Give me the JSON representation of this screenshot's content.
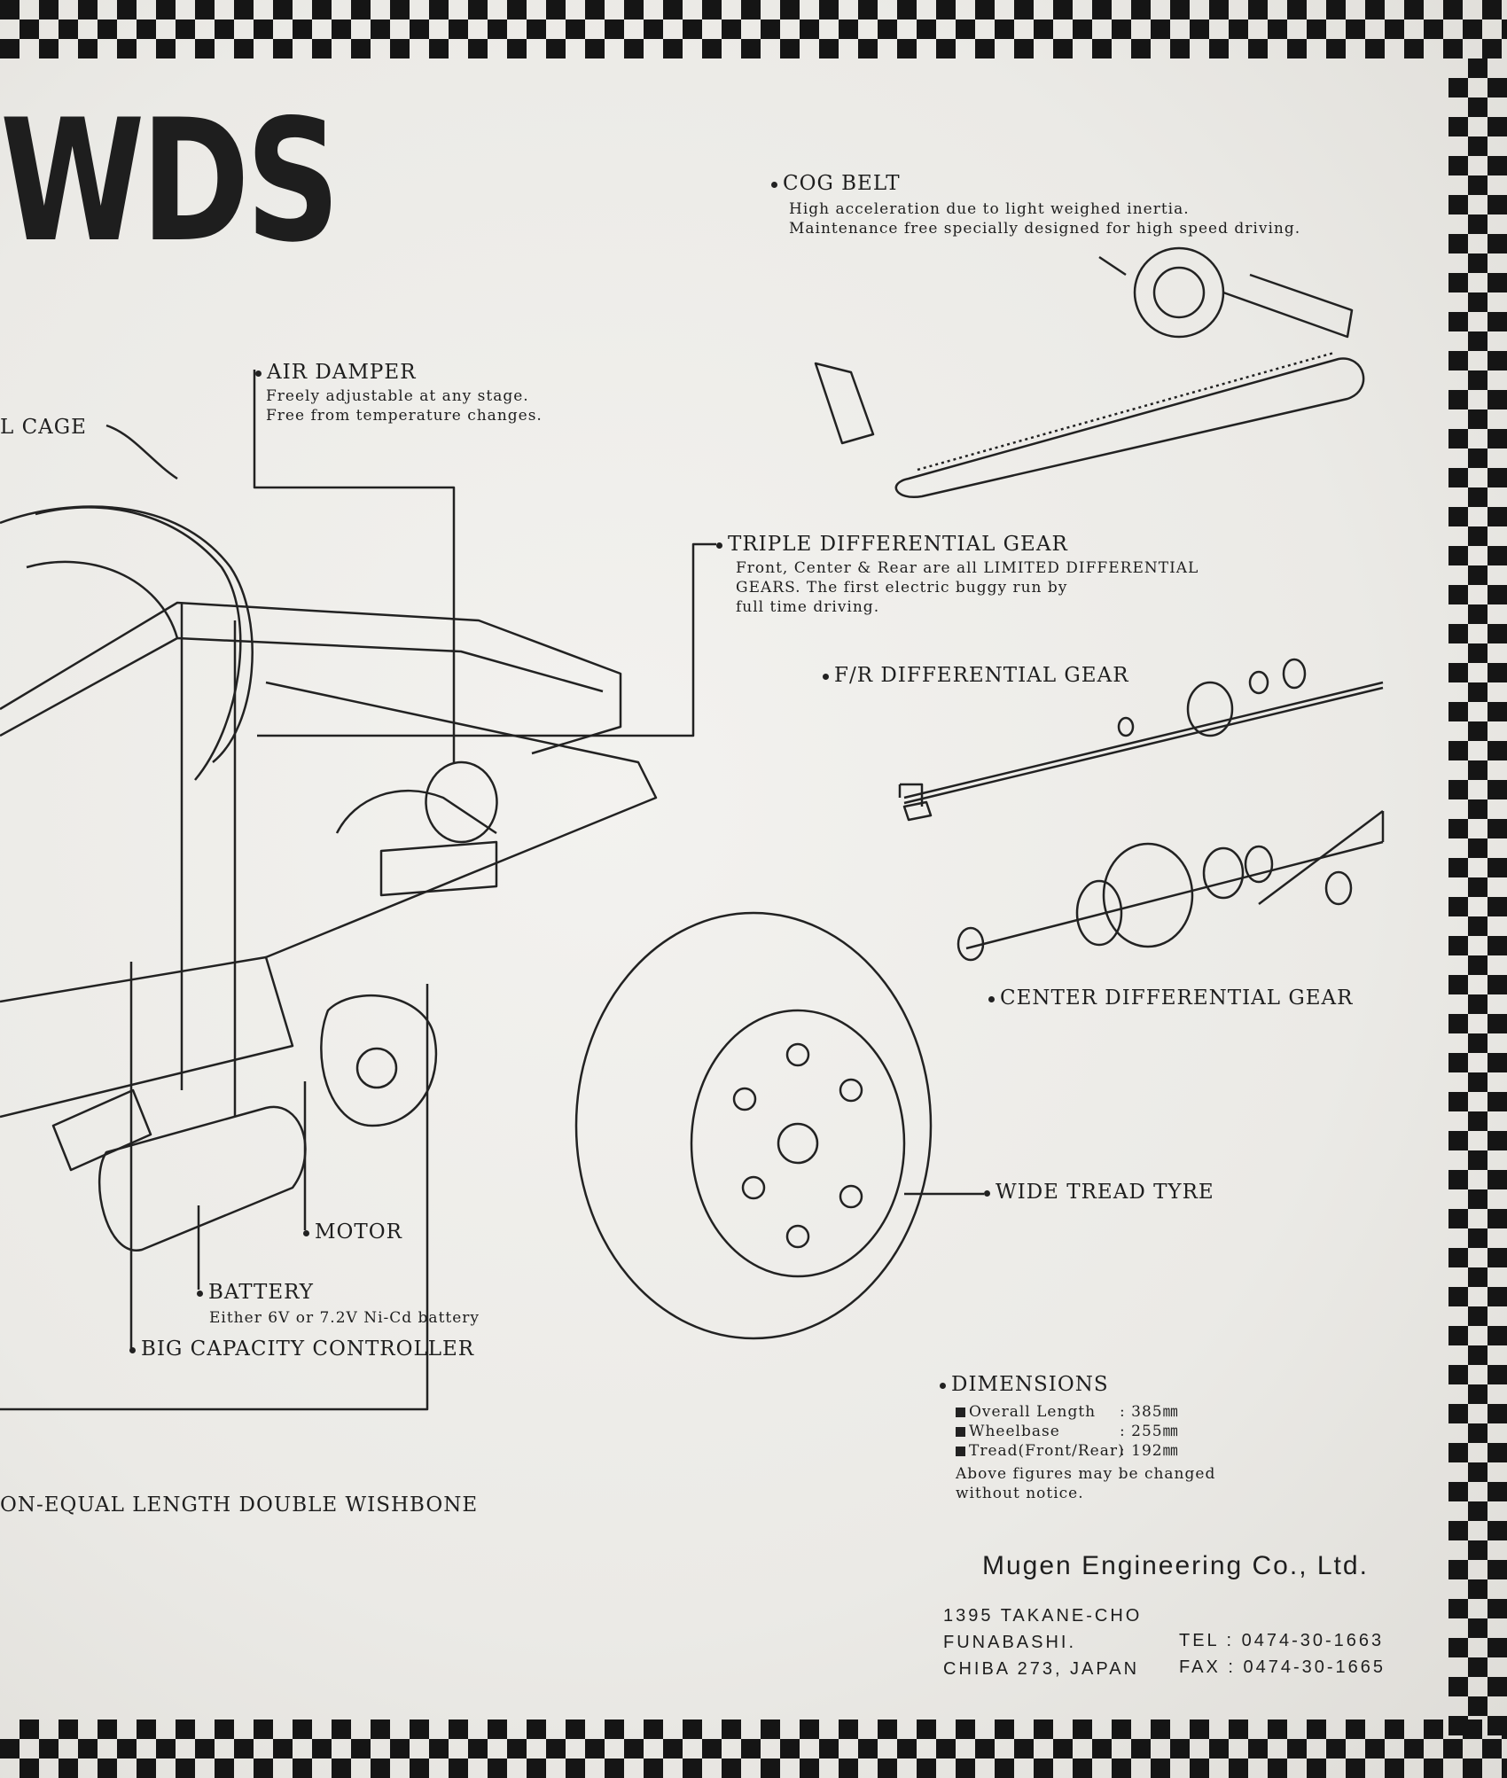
{
  "title": {
    "partial": "WDS"
  },
  "features": {
    "cog_belt": {
      "label": "COG BELT",
      "desc": [
        "High acceleration due to light weighed inertia.",
        "Maintenance free specially designed for high speed driving."
      ]
    },
    "air_damper": {
      "label": "AIR DAMPER",
      "desc": [
        "Freely adjustable at any stage.",
        "Free from temperature changes."
      ]
    },
    "roll_cage": {
      "label": "L CAGE"
    },
    "triple_diff": {
      "label": "TRIPLE DIFFERENTIAL GEAR",
      "desc": [
        "Front, Center & Rear are all LIMITED DIFFERENTIAL",
        "GEARS. The first electric buggy run by",
        "full time driving."
      ]
    },
    "fr_diff": {
      "label": "F/R DIFFERENTIAL GEAR"
    },
    "center_diff": {
      "label": "CENTER DIFFERENTIAL GEAR"
    },
    "tyre": {
      "label": "WIDE TREAD TYRE"
    },
    "motor": {
      "label": "MOTOR"
    },
    "battery": {
      "label": "BATTERY",
      "desc": "Either 6V or 7.2V Ni-Cd battery"
    },
    "controller": {
      "label": "BIG CAPACITY CONTROLLER"
    },
    "suspension": {
      "label": "ON-EQUAL LENGTH DOUBLE WISHBONE"
    }
  },
  "dimensions": {
    "label": "DIMENSIONS",
    "rows": [
      {
        "name": "Overall Length",
        "value": ": 385㎜"
      },
      {
        "name": "Wheelbase",
        "value": ": 255㎜"
      },
      {
        "name": "Tread(Front/Rear)",
        "value": ": 192㎜"
      }
    ],
    "note": [
      "Above figures may be changed",
      "without notice."
    ]
  },
  "company": {
    "name": "Mugen Engineering Co., Ltd.",
    "address": [
      "1395 TAKANE-CHO",
      "FUNABASHI.",
      "CHIBA 273, JAPAN"
    ],
    "tel": "TEL : 0474-30-1663",
    "fax": "FAX : 0474-30-1665"
  },
  "colors": {
    "ink": "#1e1e1e",
    "paper": "#efeeea"
  }
}
